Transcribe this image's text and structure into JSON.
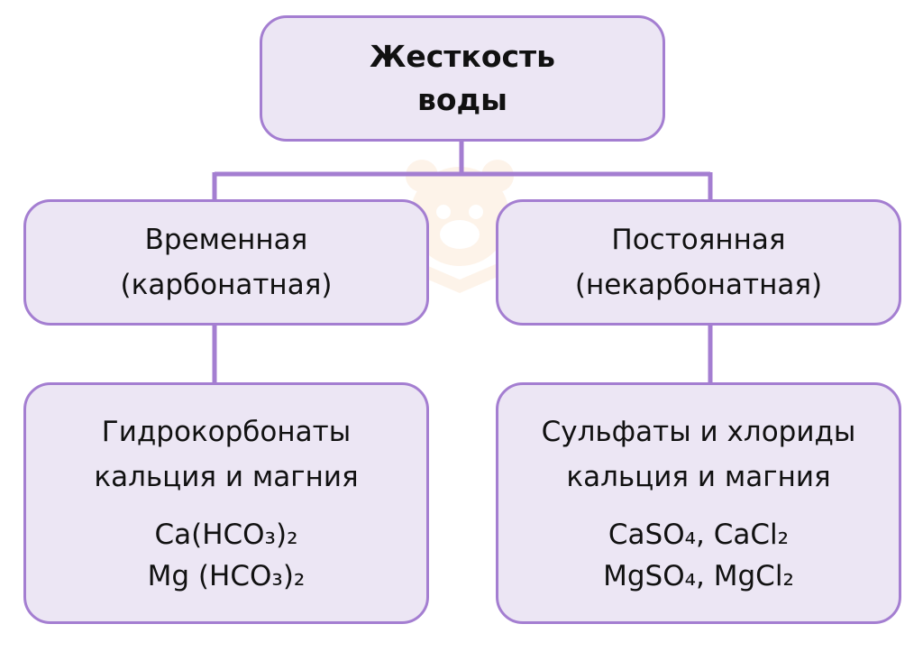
{
  "root": {
    "line1": "Жесткость",
    "line2": "воды"
  },
  "temporary": {
    "line1": "Временная",
    "line2": "(карбонатная)",
    "detail": {
      "line1": "Гидрокорбонаты",
      "line2": "кальция и магния",
      "formula1": "Ca(HCO₃)₂",
      "formula2": "Mg (HCO₃)₂"
    }
  },
  "permanent": {
    "line1": "Постоянная",
    "line2": "(некарбонатная)",
    "detail": {
      "line1": "Сульфаты и хлориды",
      "line2": "кальция и магния",
      "formula1": "CaSO₄, CaCl₂",
      "formula2": "MgSO₄, MgCl₂"
    }
  },
  "colors": {
    "box_fill": "#ece6f4",
    "box_border": "#a47ed1",
    "connector": "#a47ed1"
  }
}
